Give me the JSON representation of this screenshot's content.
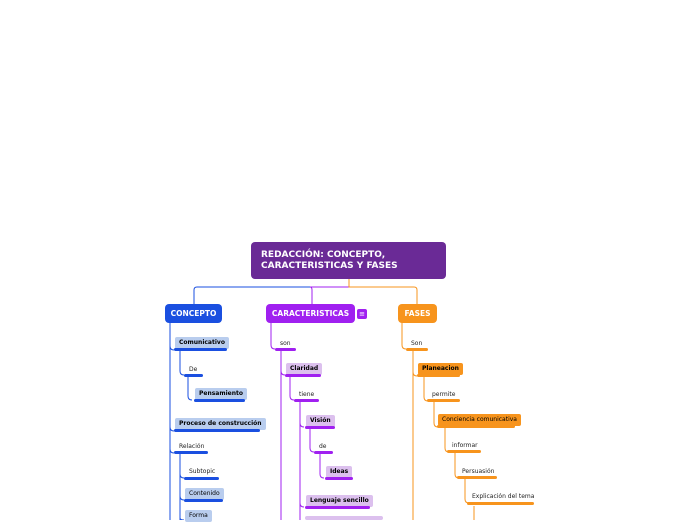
{
  "colors": {
    "root": "#6a2a96",
    "concepto": "#1a4fe0",
    "caracteristicas": "#a020f0",
    "fases": "#f7941d",
    "concepto_sub_bg": "#b9cdee",
    "caracteristicas_sub_bg": "#dcc0ee",
    "fases_sub_bg": "#f7941d"
  },
  "root": {
    "title": "REDACCIÓN: CONCEPTO, CARACTERISTICAS Y FASES"
  },
  "concepto": {
    "title": "CONCEPTO",
    "items": {
      "comunicativo": "Comunicativo",
      "de": "De",
      "pensamiento": "Pensamiento",
      "proceso": "Proceso de construcción",
      "relacion": "Relación",
      "subtopic": "Subtopic",
      "contenido": "Contenido",
      "forma": "Forma"
    }
  },
  "caracteristicas": {
    "title": "CARACTERISTICAS",
    "items": {
      "son": "son",
      "claridad": "Claridad",
      "tiene": "tiene",
      "vision": "Visión",
      "de": "de",
      "ideas": "Ideas",
      "lenguaje": "Lenguaje sencillo"
    }
  },
  "fases": {
    "title": "FASES",
    "items": {
      "son": "Son",
      "planeacion": "Planeacion",
      "permite": "permite",
      "conciencia": "Conciencia comunicativa",
      "informar": "informar",
      "persuasion": "Persuasión",
      "explicacion": "Explicación del tema"
    }
  }
}
